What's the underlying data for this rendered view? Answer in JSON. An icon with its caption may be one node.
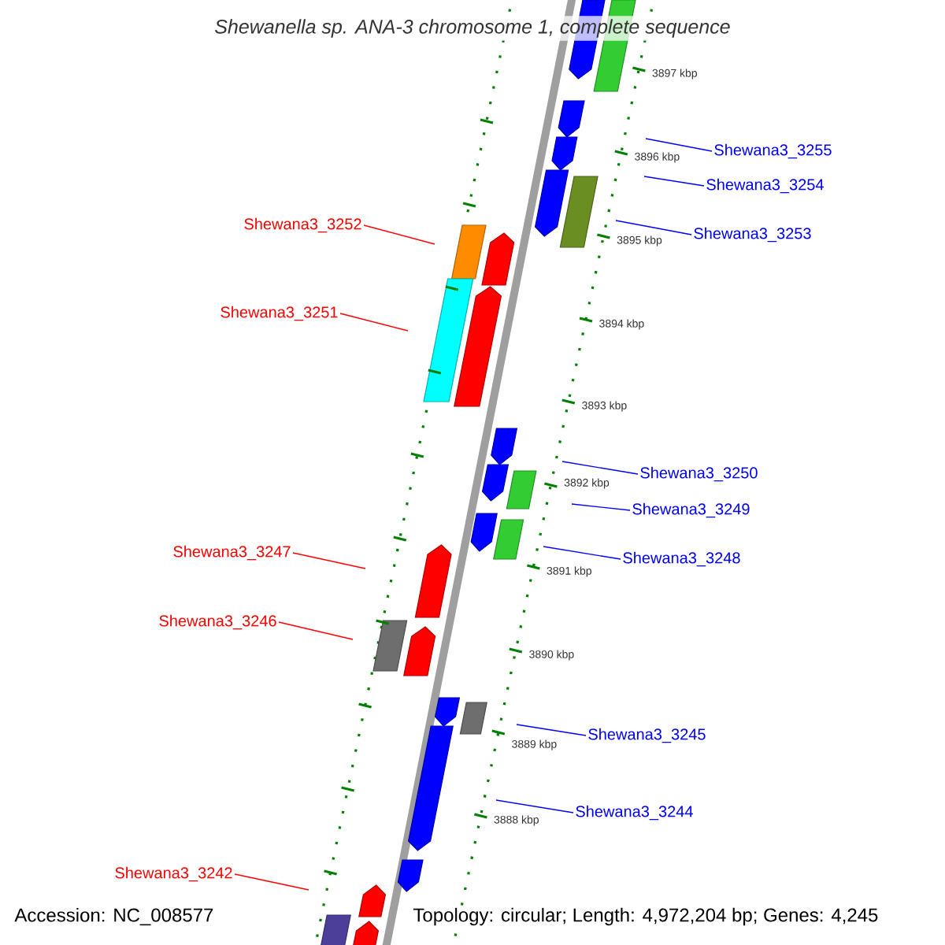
{
  "diagram": {
    "title": "Shewanella sp. ANA-3 chromosome 1, complete sequence",
    "nodes": [
      {
        "text": [
          "Shewana3_3255"
        ]
      },
      {
        "text": [
          "Shewana3_3254"
        ]
      },
      {
        "text": [
          "Shewana3_3252"
        ]
      },
      {
        "text": [
          "Shewana3_3253"
        ]
      },
      {
        "text": [
          "Shewana3_3251"
        ]
      },
      {
        "text": [
          "Shewana3_3250"
        ]
      },
      {
        "text": [
          "Shewana3_3249"
        ]
      },
      {
        "text": [
          "Shewana3_3248"
        ]
      },
      {
        "text": [
          "Shewana3_3247"
        ]
      },
      {
        "text": [
          "Shewana3_3246"
        ]
      },
      {
        "text": [
          "Shewana3_3245"
        ]
      },
      {
        "text": [
          "Shewana3_3244"
        ]
      },
      {
        "text": [
          "Shewana3_3242"
        ]
      }
    ],
    "edges": [
      {
        "from": 0,
        "to": null,
        "arrow": "none"
      },
      {
        "from": 1,
        "to": null,
        "arrow": "none"
      },
      {
        "from": 2,
        "to": null,
        "arrow": "none",
        "color": "#ff0000"
      },
      {
        "from": 3,
        "to": null,
        "arrow": "none"
      },
      {
        "from": 4,
        "to": null,
        "arrow": "none",
        "color": "#ff0000"
      },
      {
        "from": 5,
        "to": null,
        "arrow": "none"
      },
      {
        "from": 6,
        "to": null,
        "arrow": "none"
      },
      {
        "from": 7,
        "to": null,
        "arrow": "none"
      },
      {
        "from": 8,
        "to": null,
        "arrow": "none",
        "color": "#ff0000"
      },
      {
        "from": 9,
        "to": null,
        "arrow": "none",
        "color": "#ff0000"
      },
      {
        "from": 10,
        "to": null,
        "arrow": "none"
      },
      {
        "from": 11,
        "to": null,
        "arrow": "none"
      },
      {
        "from": 12,
        "to": null,
        "arrow": "none",
        "color": "#ff0000"
      }
    ],
    "labels": [
      "3897 kbp",
      "3896 kbp",
      "3895 kbp",
      "3894 kbp",
      "3893 kbp",
      "3892 kbp",
      "3891 kbp",
      "3890 kbp",
      "3889 kbp",
      "3888 kbp",
      "Accession: NC_008577",
      "Topology: circular; Length: 4,972,204 bp; Genes: 4,245"
    ]
  }
}
